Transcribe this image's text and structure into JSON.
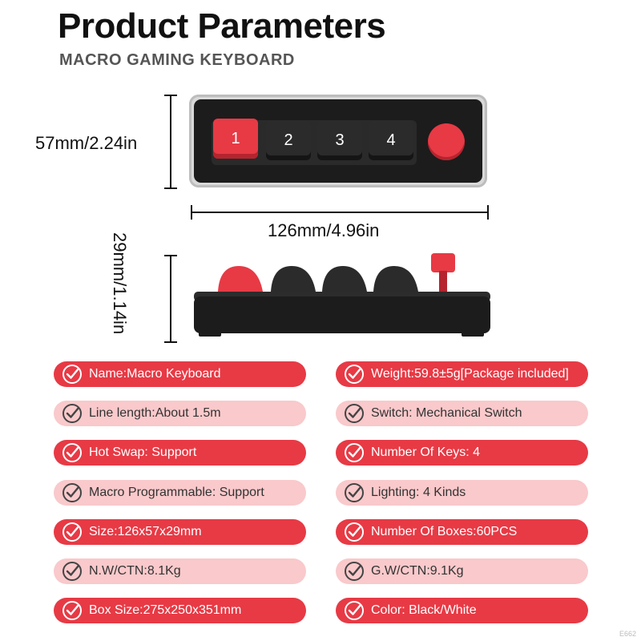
{
  "header": {
    "title": "Product Parameters",
    "subtitle": "MACRO GAMING KEYBOARD"
  },
  "dimensions": {
    "height": "57mm/2.24in",
    "width": "126mm/4.96in",
    "depth": "29mm/1.14in"
  },
  "keyboard": {
    "keys": [
      "1",
      "2",
      "3",
      "4"
    ],
    "colors": {
      "body": "#1c1c1c",
      "accent": "#e73a45",
      "keycap_dark": "#2b2b2b"
    }
  },
  "specs": {
    "left": [
      {
        "text": "Name:Macro Keyboard",
        "style": "dark"
      },
      {
        "text": "Line length:About 1.5m",
        "style": "light"
      },
      {
        "text": "Hot Swap: Support",
        "style": "dark"
      },
      {
        "text": "Macro Programmable: Support",
        "style": "light"
      },
      {
        "text": "Size:126x57x29mm",
        "style": "dark"
      },
      {
        "text": "N.W/CTN:8.1Kg",
        "style": "light"
      },
      {
        "text": "Box Size:275x250x351mm",
        "style": "dark"
      }
    ],
    "right": [
      {
        "text": "Weight:59.8±5g[Package included]",
        "style": "dark"
      },
      {
        "text": "Switch: Mechanical Switch",
        "style": "light"
      },
      {
        "text": "Number Of Keys: 4",
        "style": "dark"
      },
      {
        "text": "Lighting: 4 Kinds",
        "style": "light"
      },
      {
        "text": "Number Of Boxes:60PCS",
        "style": "dark"
      },
      {
        "text": "G.W/CTN:9.1Kg",
        "style": "light"
      },
      {
        "text": "Color: Black/White",
        "style": "dark"
      }
    ]
  },
  "footer": {
    "watermark": "E662"
  }
}
